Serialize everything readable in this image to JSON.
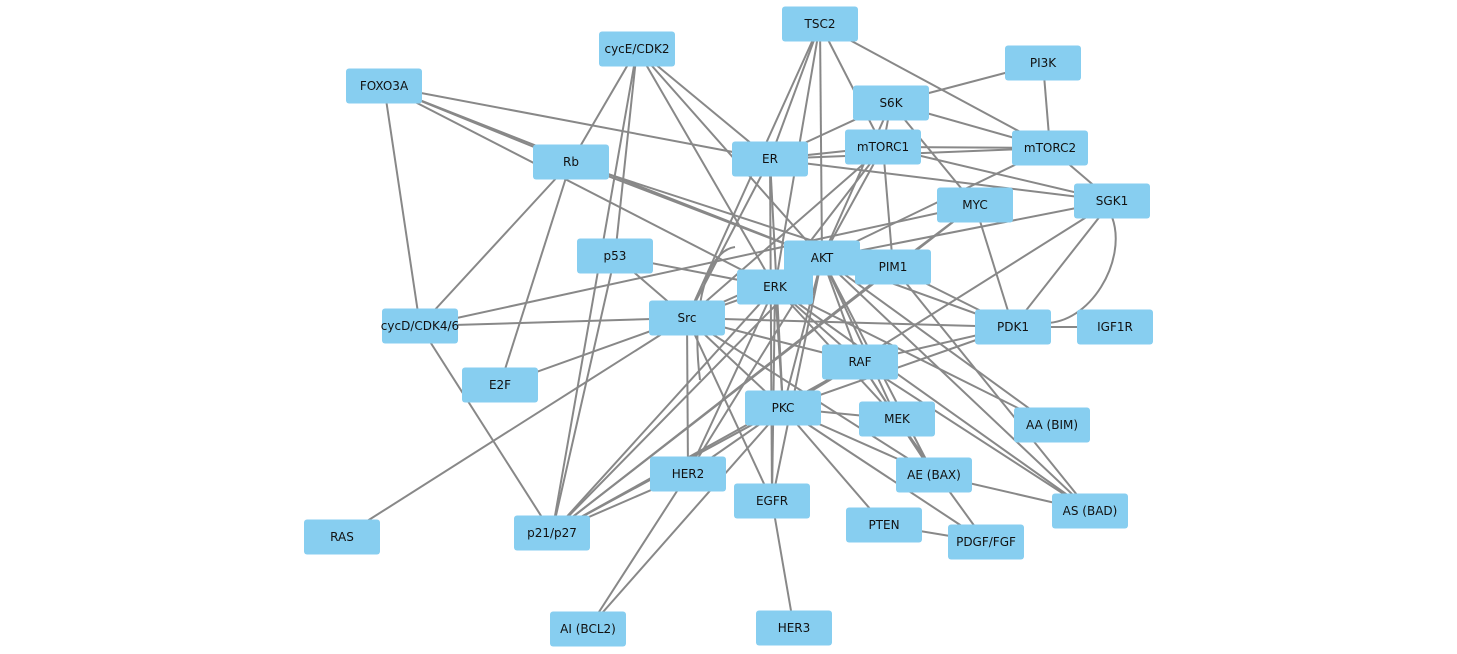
{
  "colors": {
    "node_fill": "#87CEF0",
    "edge": "#888888",
    "text": "#111111"
  },
  "nodes": [
    {
      "id": "TSC2",
      "label": "TSC2"
    },
    {
      "id": "PI3K",
      "label": "PI3K"
    },
    {
      "id": "cycE",
      "label": "cycE/CDK2"
    },
    {
      "id": "FOXO3A",
      "label": "FOXO3A"
    },
    {
      "id": "S6K",
      "label": "S6K"
    },
    {
      "id": "mTORC1",
      "label": "mTORC1"
    },
    {
      "id": "mTORC2",
      "label": "mTORC2"
    },
    {
      "id": "ER",
      "label": "ER"
    },
    {
      "id": "Rb",
      "label": "Rb"
    },
    {
      "id": "SGK1",
      "label": "SGK1"
    },
    {
      "id": "MYC",
      "label": "MYC"
    },
    {
      "id": "p53",
      "label": "p53"
    },
    {
      "id": "AKT",
      "label": "AKT"
    },
    {
      "id": "PIM1",
      "label": "PIM1"
    },
    {
      "id": "ERK",
      "label": "ERK"
    },
    {
      "id": "cycD",
      "label": "cycD/CDK4/6"
    },
    {
      "id": "Src",
      "label": "Src"
    },
    {
      "id": "PDK1",
      "label": "PDK1"
    },
    {
      "id": "IGF1R",
      "label": "IGF1R"
    },
    {
      "id": "RAF",
      "label": "RAF"
    },
    {
      "id": "E2F",
      "label": "E2F"
    },
    {
      "id": "PKC",
      "label": "PKC"
    },
    {
      "id": "MEK",
      "label": "MEK"
    },
    {
      "id": "AA",
      "label": "AA (BIM)"
    },
    {
      "id": "HER2",
      "label": "HER2"
    },
    {
      "id": "AE",
      "label": "AE (BAX)"
    },
    {
      "id": "EGFR",
      "label": "EGFR"
    },
    {
      "id": "AS",
      "label": "AS (BAD)"
    },
    {
      "id": "PTEN",
      "label": "PTEN"
    },
    {
      "id": "PDGF",
      "label": "PDGF/FGF"
    },
    {
      "id": "RAS",
      "label": "RAS"
    },
    {
      "id": "p21",
      "label": "p21/p27"
    },
    {
      "id": "AI",
      "label": "AI (BCL2)"
    },
    {
      "id": "HER3",
      "label": "HER3"
    }
  ],
  "edges": [
    [
      "TSC2",
      "mTORC1"
    ],
    [
      "TSC2",
      "mTORC2"
    ],
    [
      "TSC2",
      "ER"
    ],
    [
      "TSC2",
      "AKT"
    ],
    [
      "TSC2",
      "ERK"
    ],
    [
      "TSC2",
      "Src"
    ],
    [
      "PI3K",
      "S6K"
    ],
    [
      "PI3K",
      "mTORC2"
    ],
    [
      "cycE",
      "Rb"
    ],
    [
      "cycE",
      "p53"
    ],
    [
      "cycE",
      "ER"
    ],
    [
      "cycE",
      "AKT"
    ],
    [
      "cycE",
      "ERK"
    ],
    [
      "cycE",
      "p21"
    ],
    [
      "FOXO3A",
      "Rb"
    ],
    [
      "FOXO3A",
      "ER"
    ],
    [
      "FOXO3A",
      "cycD"
    ],
    [
      "FOXO3A",
      "AKT"
    ],
    [
      "FOXO3A",
      "ERK"
    ],
    [
      "S6K",
      "mTORC1"
    ],
    [
      "S6K",
      "mTORC2"
    ],
    [
      "S6K",
      "ER"
    ],
    [
      "S6K",
      "MYC"
    ],
    [
      "S6K",
      "AKT"
    ],
    [
      "mTORC1",
      "mTORC2"
    ],
    [
      "mTORC1",
      "ER"
    ],
    [
      "mTORC1",
      "SGK1"
    ],
    [
      "mTORC1",
      "AKT"
    ],
    [
      "mTORC1",
      "PIM1"
    ],
    [
      "mTORC1",
      "ERK"
    ],
    [
      "mTORC1",
      "Src"
    ],
    [
      "mTORC2",
      "ER"
    ],
    [
      "mTORC2",
      "SGK1"
    ],
    [
      "mTORC2",
      "AKT"
    ],
    [
      "ER",
      "SGK1"
    ],
    [
      "ER",
      "Src"
    ],
    [
      "ER",
      "PKC"
    ],
    [
      "ER",
      "EGFR"
    ],
    [
      "Rb",
      "E2F"
    ],
    [
      "Rb",
      "cycD"
    ],
    [
      "Rb",
      "AKT"
    ],
    [
      "Rb",
      "PIM1"
    ],
    [
      "SGK1",
      "AKT"
    ],
    [
      "SGK1",
      "PDK1"
    ],
    [
      "SGK1",
      "PKC"
    ],
    [
      "MYC",
      "PIM1"
    ],
    [
      "MYC",
      "PDK1"
    ],
    [
      "MYC",
      "cycD"
    ],
    [
      "MYC",
      "p21"
    ],
    [
      "p53",
      "ERK"
    ],
    [
      "p53",
      "Src"
    ],
    [
      "p53",
      "p21"
    ],
    [
      "AKT",
      "ERK"
    ],
    [
      "AKT",
      "Src"
    ],
    [
      "AKT",
      "PDK1"
    ],
    [
      "AKT",
      "RAF"
    ],
    [
      "AKT",
      "PKC"
    ],
    [
      "AKT",
      "MEK"
    ],
    [
      "AKT",
      "AA"
    ],
    [
      "AKT",
      "AE"
    ],
    [
      "AKT",
      "AS"
    ],
    [
      "AKT",
      "EGFR"
    ],
    [
      "AKT",
      "HER2"
    ],
    [
      "AKT",
      "p21"
    ],
    [
      "PIM1",
      "AS"
    ],
    [
      "PIM1",
      "PDK1"
    ],
    [
      "PIM1",
      "p21"
    ],
    [
      "ERK",
      "Src"
    ],
    [
      "ERK",
      "RAF"
    ],
    [
      "ERK",
      "PKC"
    ],
    [
      "ERK",
      "MEK"
    ],
    [
      "ERK",
      "AS"
    ],
    [
      "ERK",
      "AA"
    ],
    [
      "ERK",
      "HER2"
    ],
    [
      "ERK",
      "EGFR"
    ],
    [
      "ERK",
      "p21"
    ],
    [
      "cycD",
      "Src"
    ],
    [
      "cycD",
      "p21"
    ],
    [
      "Src",
      "PDK1"
    ],
    [
      "Src",
      "RAF"
    ],
    [
      "Src",
      "PKC"
    ],
    [
      "Src",
      "HER2"
    ],
    [
      "Src",
      "EGFR"
    ],
    [
      "Src",
      "RAS"
    ],
    [
      "Src",
      "E2F"
    ],
    [
      "Src",
      "AE"
    ],
    [
      "PDK1",
      "IGF1R"
    ],
    [
      "PDK1",
      "RAF"
    ],
    [
      "PDK1",
      "PKC"
    ],
    [
      "RAF",
      "PKC"
    ],
    [
      "RAF",
      "MEK"
    ],
    [
      "RAF",
      "AE"
    ],
    [
      "RAF",
      "AS"
    ],
    [
      "RAF",
      "p21"
    ],
    [
      "PKC",
      "MEK"
    ],
    [
      "PKC",
      "PTEN"
    ],
    [
      "PKC",
      "AE"
    ],
    [
      "PKC",
      "PDGF"
    ],
    [
      "PKC",
      "HER2"
    ],
    [
      "PKC",
      "p21"
    ],
    [
      "MEK",
      "AE"
    ],
    [
      "MEK",
      "PDGF"
    ],
    [
      "AE",
      "AS"
    ],
    [
      "HER2",
      "AI"
    ],
    [
      "HER2",
      "p21"
    ],
    [
      "EGFR",
      "HER3"
    ],
    [
      "PTEN",
      "PDGF"
    ],
    [
      "AI",
      "PKC"
    ]
  ],
  "curved_edges": [
    [
      "SGK1",
      "PDK1"
    ],
    [
      "ERK",
      "p21"
    ]
  ]
}
